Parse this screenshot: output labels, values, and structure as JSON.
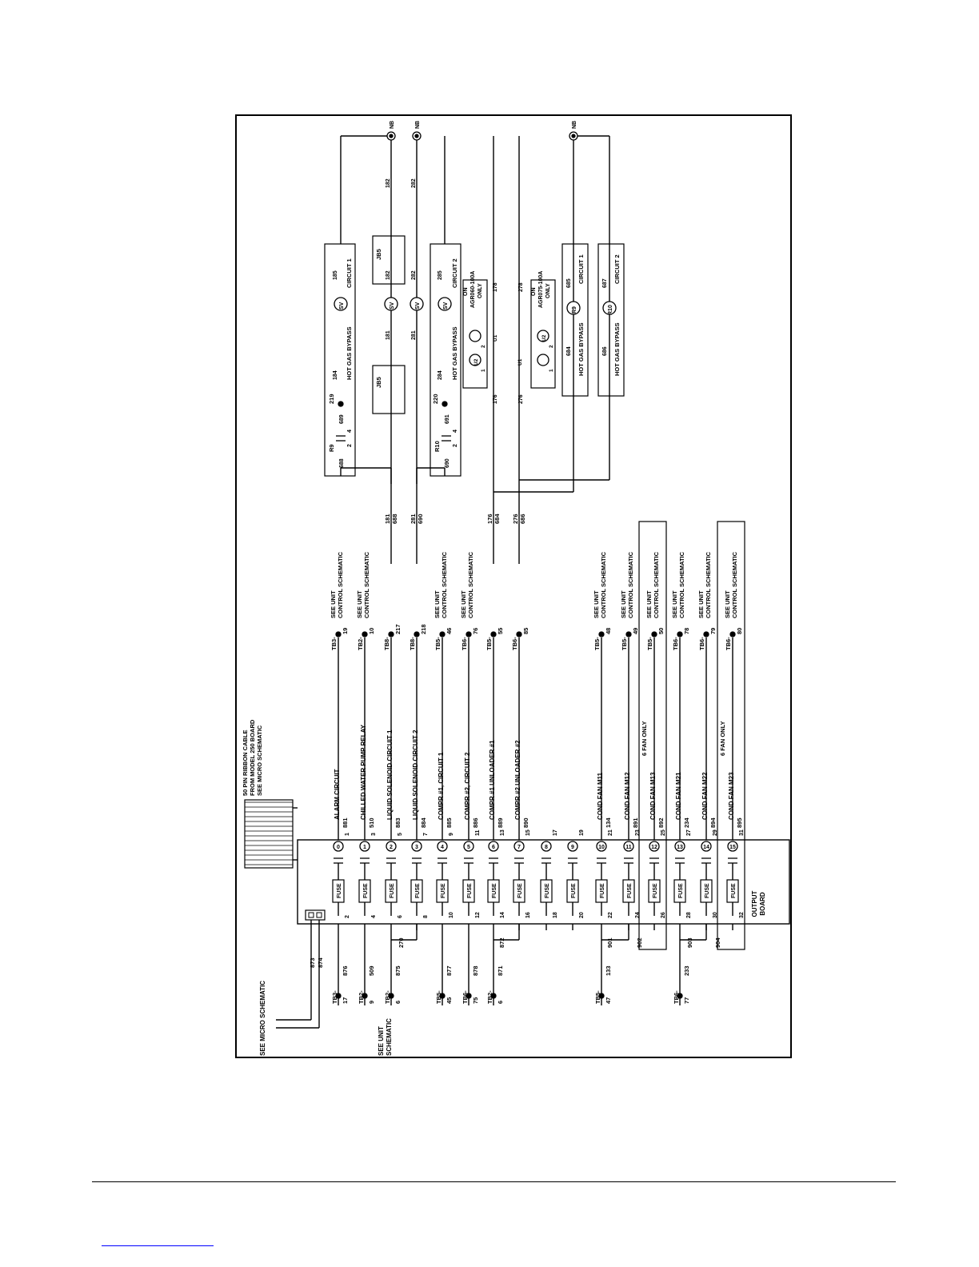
{
  "schematic": {
    "micro_note": "SEE MICRO SCHEMATIC",
    "ribbon_note": [
      "50 PIN RIBBON CABLE",
      "FROM MODEL 250 BOARD",
      "SEE MICRO SCHEMATIC"
    ],
    "unit_note": [
      "SEE UNIT",
      "SCHEMATIC"
    ],
    "board_label": [
      "OUTPUT",
      "BOARD"
    ],
    "control_ref": [
      "SEE UNIT",
      "CONTROL SCHEMATIC"
    ],
    "fuse_label": "FUSE",
    "ribbon_wires": [
      "873",
      "874"
    ],
    "outputs": [
      {
        "ch": "0",
        "pins": [
          "2",
          "1"
        ],
        "wire": "881",
        "label": "ALARM CIRCUIT",
        "tb": "TB3-",
        "term": "19",
        "ref": true,
        "in": "876",
        "in_tb": "TB3-",
        "in_term": "17"
      },
      {
        "ch": "1",
        "pins": [
          "4",
          "3"
        ],
        "wire": "510",
        "label": "CHILLED WATER PUMP RELAY",
        "tb": "TB2-",
        "term": "10",
        "ref": true,
        "in": "509",
        "in_tb": "TB2-",
        "in_term": "9"
      },
      {
        "ch": "2",
        "pins": [
          "6",
          "5"
        ],
        "wire": "883",
        "label": "LIQUID SOLENOID CIRCUIT 1",
        "tb": "TB8-",
        "term": "217",
        "ref": false,
        "in": "875",
        "in_tb": "TB2-",
        "in_term": "6"
      },
      {
        "ch": "3",
        "pins": [
          "8",
          "7"
        ],
        "wire": "884",
        "label": "LIQUID SOLENOID CIRCUIT 2",
        "tb": "TB8-",
        "term": "218",
        "ref": false,
        "in": "",
        "in_tb": "",
        "in_term": ""
      },
      {
        "ch": "4",
        "pins": [
          "10",
          "9"
        ],
        "wire": "885",
        "label": "COMPR #1, CIRCUIT 1",
        "tb": "TB5-",
        "term": "46",
        "ref": true,
        "in": "877",
        "in_tb": "TB5-",
        "in_term": "45"
      },
      {
        "ch": "5",
        "pins": [
          "12",
          "11"
        ],
        "wire": "886",
        "label": "COMPR #2, CIRCUIT 2",
        "tb": "TB6-",
        "term": "76",
        "ref": true,
        "in": "878",
        "in_tb": "TB6-",
        "in_term": "75"
      },
      {
        "ch": "6",
        "pins": [
          "14",
          "13"
        ],
        "wire": "889",
        "label": "COMPR #1 UNLOADER #1",
        "tb": "TB5-",
        "term": "55",
        "ref": false,
        "in": "871",
        "in_tb": "TB2-",
        "in_term": "6"
      },
      {
        "ch": "7",
        "pins": [
          "16",
          "15"
        ],
        "wire": "890",
        "label": "COMPR #2 UNLOADER #2",
        "tb": "TB6-",
        "term": "85",
        "ref": false,
        "in": "",
        "in_tb": "",
        "in_term": ""
      },
      {
        "ch": "8",
        "pins": [
          "18",
          "17"
        ],
        "wire": "",
        "label": "",
        "tb": "",
        "term": "",
        "ref": false,
        "in": "",
        "in_tb": "",
        "in_term": ""
      },
      {
        "ch": "9",
        "pins": [
          "20",
          "19"
        ],
        "wire": "",
        "label": "",
        "tb": "",
        "term": "",
        "ref": false,
        "in": "",
        "in_tb": "",
        "in_term": ""
      },
      {
        "ch": "10",
        "pins": [
          "22",
          "21"
        ],
        "wire": "134",
        "label": "COND FAN M11",
        "tb": "TB5-",
        "term": "48",
        "ref": true,
        "in": "133",
        "in_tb": "TB5-",
        "in_term": "47"
      },
      {
        "ch": "11",
        "pins": [
          "24",
          "23"
        ],
        "wire": "891",
        "label": "COND FAN M12",
        "tb": "TB5-",
        "term": "49",
        "ref": true,
        "in": "",
        "in_tb": "",
        "in_term": ""
      },
      {
        "ch": "12",
        "pins": [
          "26",
          "25"
        ],
        "wire": "892",
        "label": "COND FAN M13",
        "tb": "TB5-",
        "term": "50",
        "ref": true,
        "in": "",
        "in_tb": "",
        "in_term": ""
      },
      {
        "ch": "13",
        "pins": [
          "28",
          "27"
        ],
        "wire": "234",
        "label": "COND FAN M21",
        "tb": "TB6-",
        "term": "78",
        "ref": true,
        "in": "233",
        "in_tb": "TB6-",
        "in_term": "77"
      },
      {
        "ch": "14",
        "pins": [
          "30",
          "29"
        ],
        "wire": "894",
        "label": "COND FAN M22",
        "tb": "TB6-",
        "term": "79",
        "ref": true,
        "in": "",
        "in_tb": "",
        "in_term": ""
      },
      {
        "ch": "15",
        "pins": [
          "32",
          "31"
        ],
        "wire": "895",
        "label": "COND FAN M23",
        "tb": "TB6-",
        "term": "80",
        "ref": true,
        "in": "",
        "in_tb": "",
        "in_term": ""
      }
    ],
    "six_fan": "6 FAN ONLY",
    "jumpers": [
      "270",
      "872",
      "901",
      "902",
      "903",
      "904"
    ],
    "right_wires": [
      [
        "181",
        "688"
      ],
      [
        "281",
        "690"
      ],
      [
        "176",
        "684"
      ],
      [
        "276",
        "686"
      ]
    ],
    "hgb1": {
      "relay": "R9",
      "contact": [
        "688",
        "2",
        "4",
        "689"
      ],
      "term": "219",
      "wires": [
        "184",
        "185"
      ],
      "valve": "SV",
      "label": "HOT GAS BYPASS",
      "circuit": "CIRCUIT 1"
    },
    "hgb2": {
      "relay": "R10",
      "contact": [
        "690",
        "2",
        "4",
        "691"
      ],
      "term": "220",
      "wires": [
        "284",
        "285"
      ],
      "valve": "SV",
      "label": "HOT GAS BYPASS",
      "circuit": "CIRCUIT 2"
    },
    "liq": {
      "jb": "JB5",
      "valve": "SV",
      "wires1": [
        "181",
        "182",
        "182"
      ],
      "wires2": [
        "281",
        "282",
        "282"
      ]
    },
    "unl1": {
      "wires": [
        "176",
        "178"
      ],
      "coils": [
        "U2",
        "U1"
      ],
      "note": [
        "ON",
        "AGR060-100A",
        "ONLY"
      ]
    },
    "unl2": {
      "wires": [
        "276",
        "278"
      ],
      "coils": [
        "U1",
        "U2"
      ],
      "note": [
        "ON",
        "AGR075-100A",
        "ONLY"
      ]
    },
    "coil1": {
      "relay": "R9",
      "wires": [
        "684",
        "685"
      ],
      "label": "HOT GAS BYPASS",
      "circuit": "CIRCUIT 1"
    },
    "coil2": {
      "relay": "R10",
      "wires": [
        "686",
        "687"
      ],
      "label": "HOT GAS BYPASS",
      "circuit": "CIRCUIT 2"
    },
    "nb": "NB",
    "pin_nums": [
      "1",
      "2"
    ]
  },
  "colors": {
    "ink": "#000000",
    "paper": "#ffffff",
    "link": "#0000ff"
  }
}
